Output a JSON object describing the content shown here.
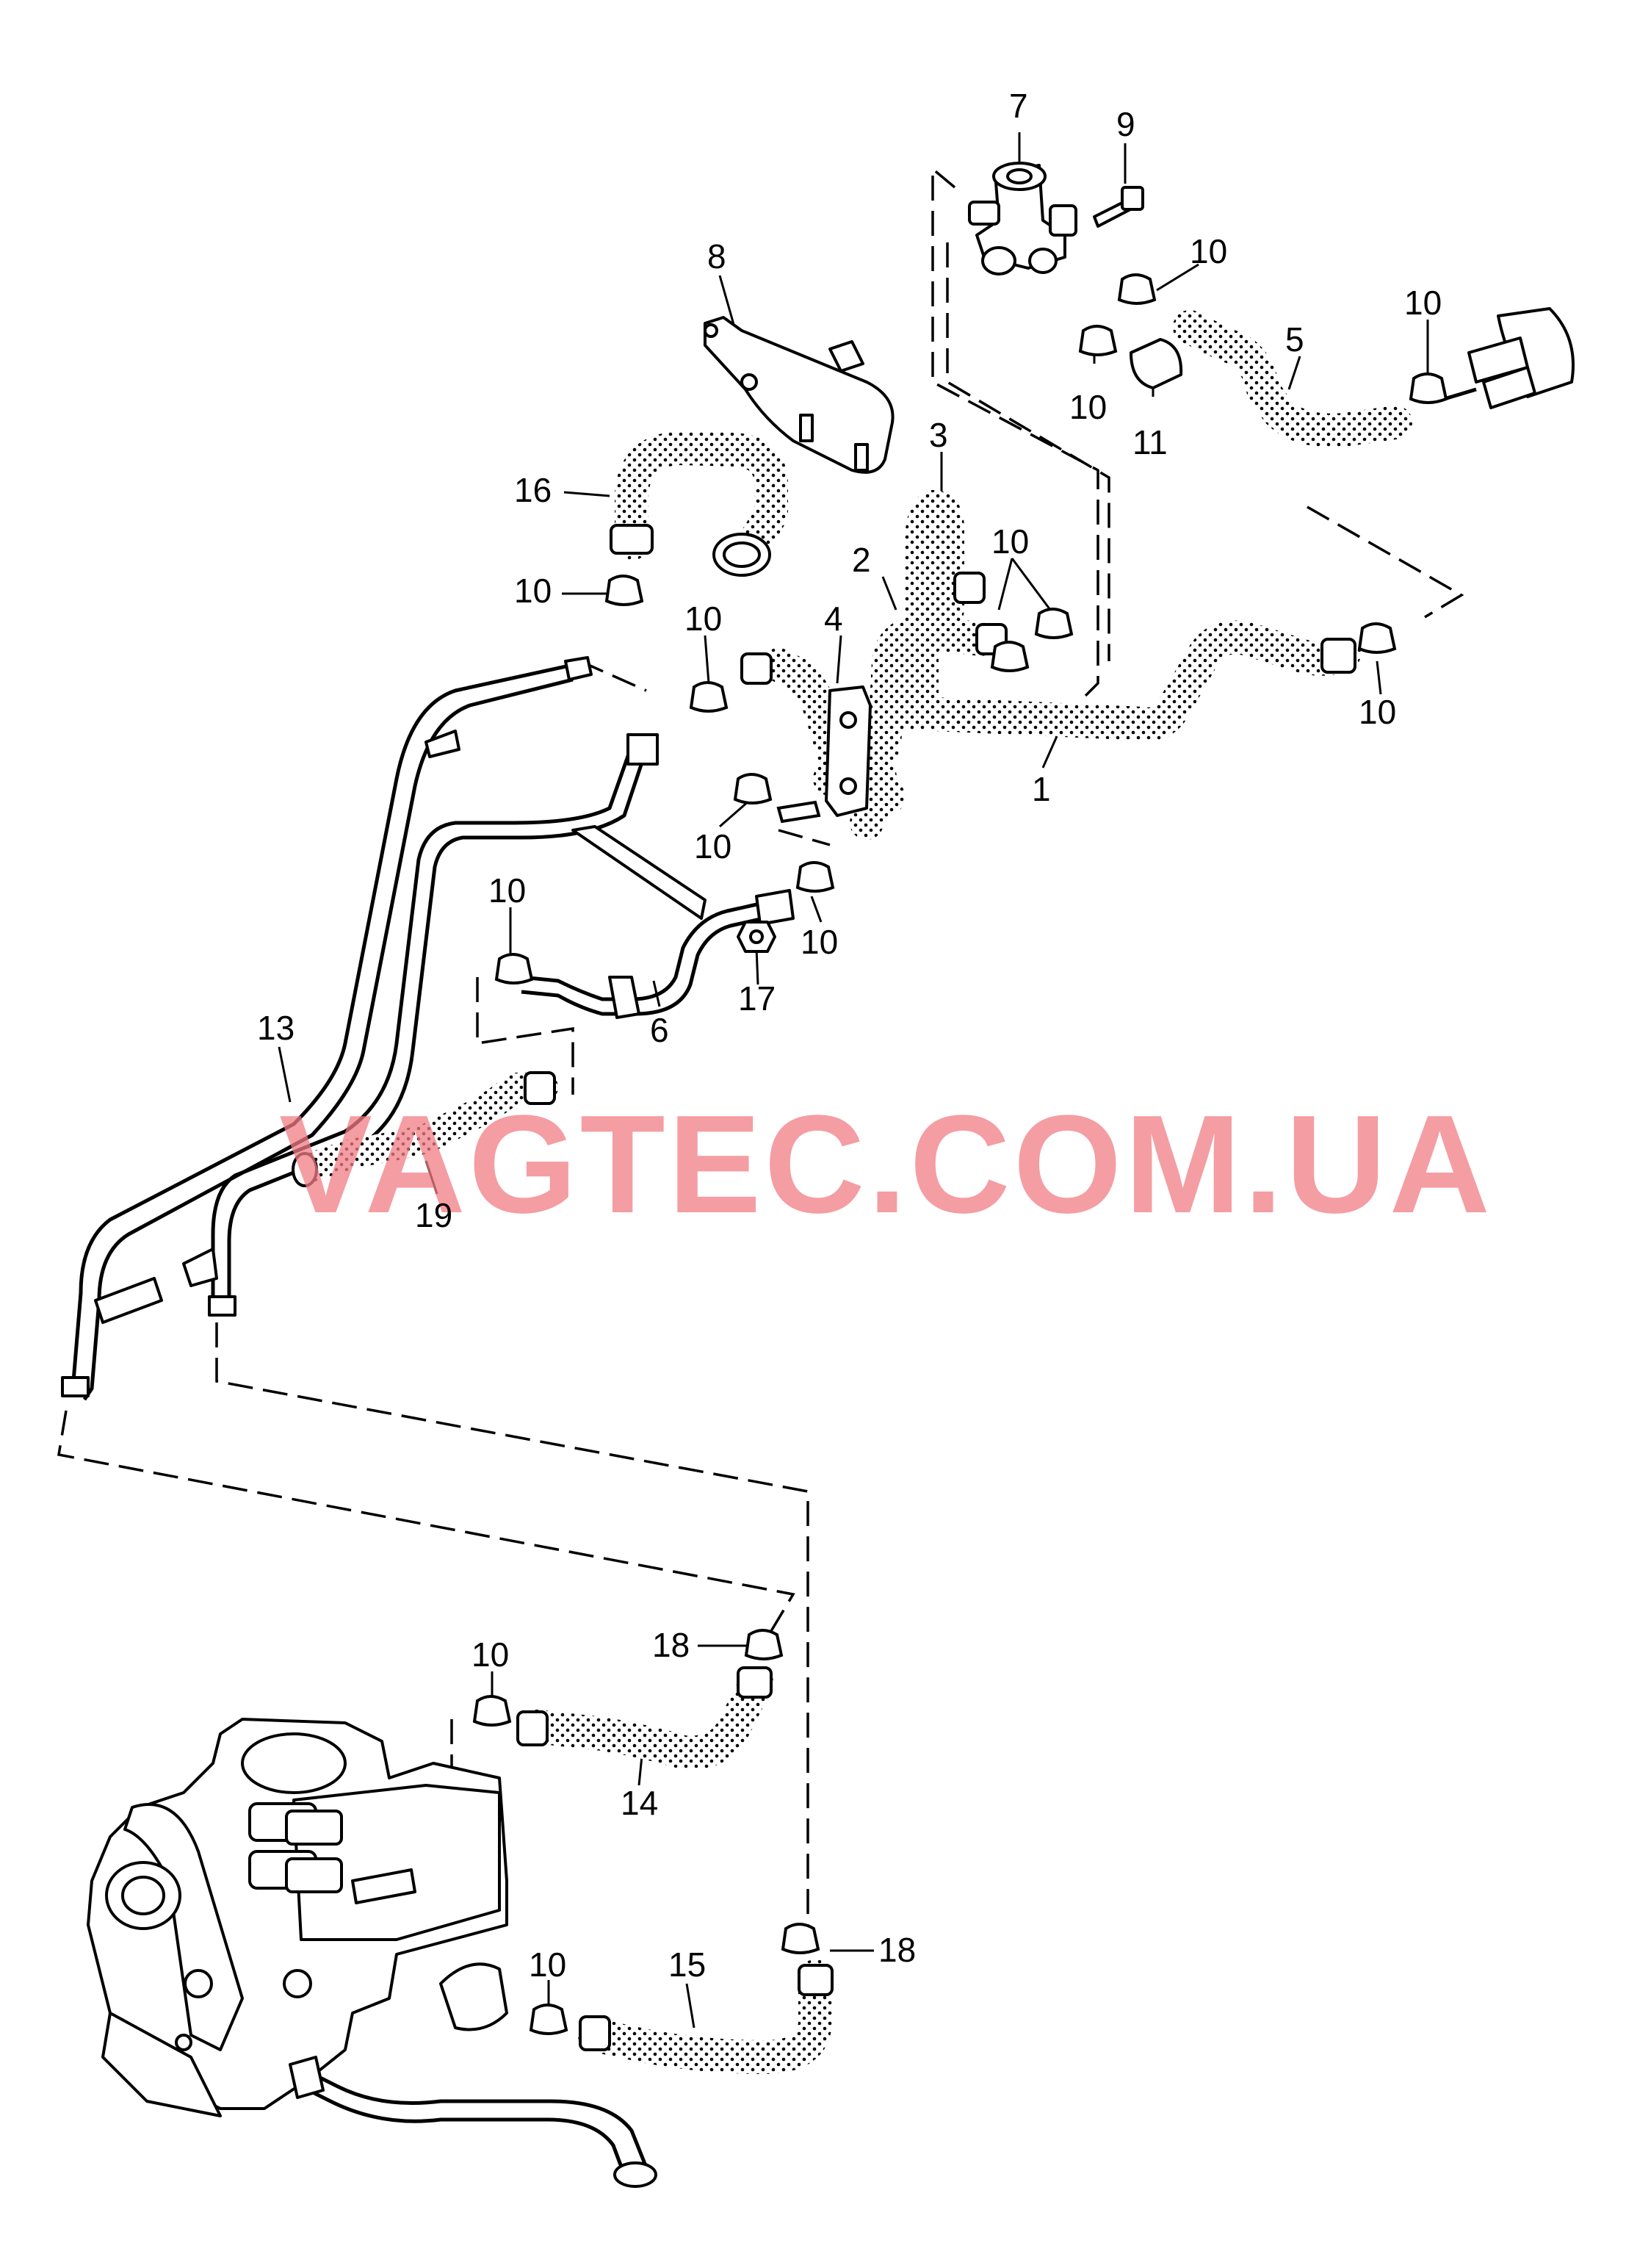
{
  "watermark": "VAGTEC.COM.UA",
  "colors": {
    "watermark": "#f07c84",
    "line": "#000000",
    "background": "#ffffff"
  },
  "callouts": {
    "c1": "1",
    "c2": "2",
    "c3": "3",
    "c4": "4",
    "c5": "5",
    "c6": "6",
    "c7": "7",
    "c8": "8",
    "c9": "9",
    "c10a": "10",
    "c10b": "10",
    "c10c": "10",
    "c10d": "10",
    "c10e": "10",
    "c10f": "10",
    "c10g": "10",
    "c10h": "10",
    "c10i": "10",
    "c10j": "10",
    "c10k": "10",
    "c10l": "10",
    "c11": "11",
    "c13": "13",
    "c14": "14",
    "c15": "15",
    "c16": "16",
    "c17": "17",
    "c18a": "18",
    "c18b": "18",
    "c19": "19"
  }
}
